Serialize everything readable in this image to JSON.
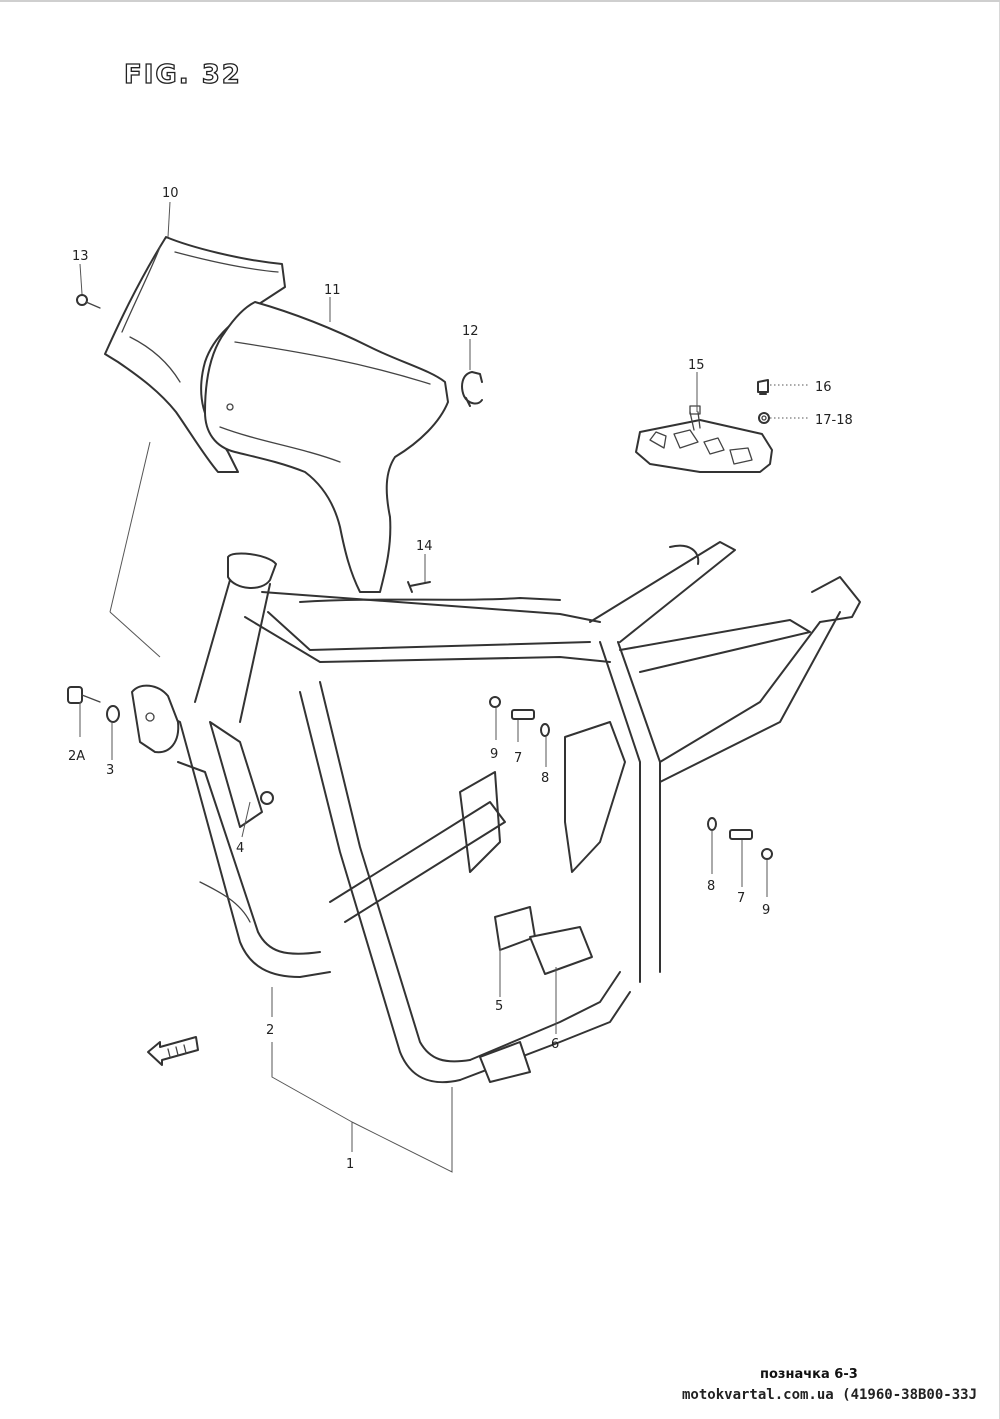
{
  "figure": {
    "title": "FIG. 32"
  },
  "callouts": {
    "c1": "1",
    "c2": "2",
    "c2a": "2A",
    "c3": "3",
    "c4": "4",
    "c5": "5",
    "c6": "6",
    "c7a": "7",
    "c7b": "7",
    "c8a": "8",
    "c8b": "8",
    "c9a": "9",
    "c9b": "9",
    "c10": "10",
    "c11": "11",
    "c12": "12",
    "c13": "13",
    "c14": "14",
    "c15": "15",
    "c16": "16",
    "c17_18": "17-18"
  },
  "footer": {
    "note": "позначка 6-3",
    "source": "motokvartal.com.ua (41960-38B00-33J"
  }
}
